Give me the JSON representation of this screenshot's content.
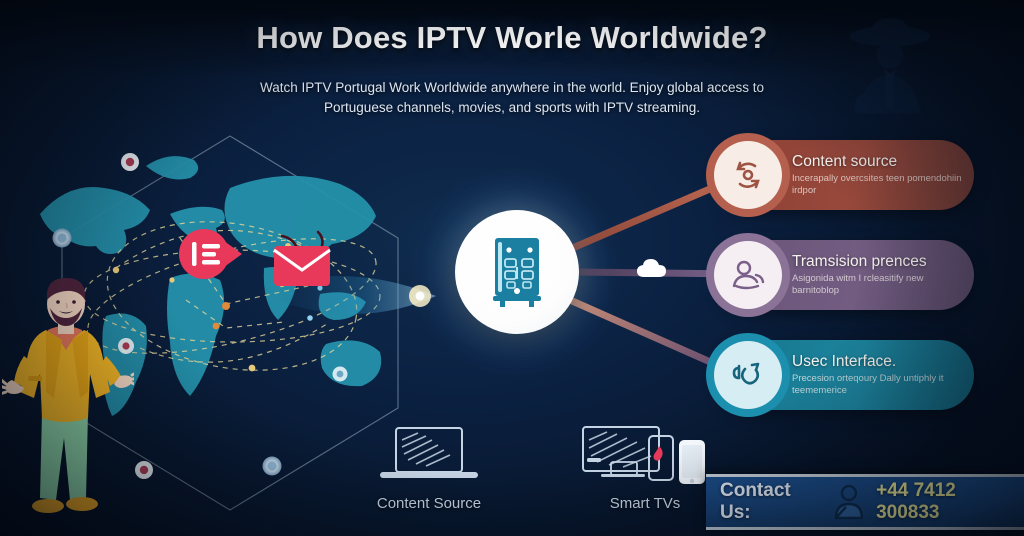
{
  "page": {
    "title": "How Does IPTV Worle Worldwide?",
    "subtitle": "Watch IPTV Portugal Work Worldwide anywhere in the world. Enjoy global access to Portuguese channels, movies, and sports with IPTV streaming."
  },
  "colors": {
    "background": "#0b2142",
    "title_text": "#ffffff",
    "subtitle_text": "#dde6f2",
    "card_content_source": "#8c4034",
    "card_transmission": "#6b5579",
    "card_user_interface": "#17768f",
    "map_land": "#2591ab",
    "accent_red": "#e8395a",
    "accent_yellow": "#e8d88a",
    "contact_bar": "#1b4b86",
    "phone_number": "#f2ed9a",
    "hub_circle": "#ffffff",
    "server_icon": "#1a7fa0"
  },
  "hub": {
    "icon_name": "server-rack-icon"
  },
  "cloud": {
    "icon_name": "cloud-icon"
  },
  "watermark": {
    "icon_name": "detective-silhouette-icon"
  },
  "cards": [
    {
      "id": "content-source",
      "title": "Content source",
      "desc": "Incerapally overcsites teen pomendohiin irdpor",
      "icon_name": "sync-refresh-icon"
    },
    {
      "id": "transmission-process",
      "title": "Tramsision prences",
      "desc": "Asigonida witm I rcleasitify new barnitoblop",
      "icon_name": "streaming-person-icon"
    },
    {
      "id": "user-interface",
      "title": "Usec Interface.",
      "desc": "Precesion orteqoury Dally untiphly it teememerice",
      "icon_name": "curved-arrow-cursor-icon"
    }
  ],
  "devices": [
    {
      "id": "content-source-device",
      "label": "Content Source",
      "icon_name": "laptop-icon"
    },
    {
      "id": "smart-tvs-device",
      "label": "Smart TVs",
      "icon_name": "tv-and-phone-icon"
    }
  ],
  "map": {
    "icon_signal_name": "broadcast-signal-icon",
    "icon_envelope_name": "envelope-icon",
    "node_count": 8
  },
  "contact": {
    "label": "Contact Us:",
    "phone": "+44 7412 300833",
    "icon_name": "person-icon"
  },
  "person_illustration": {
    "icon_name": "presenter-person-illustration"
  }
}
